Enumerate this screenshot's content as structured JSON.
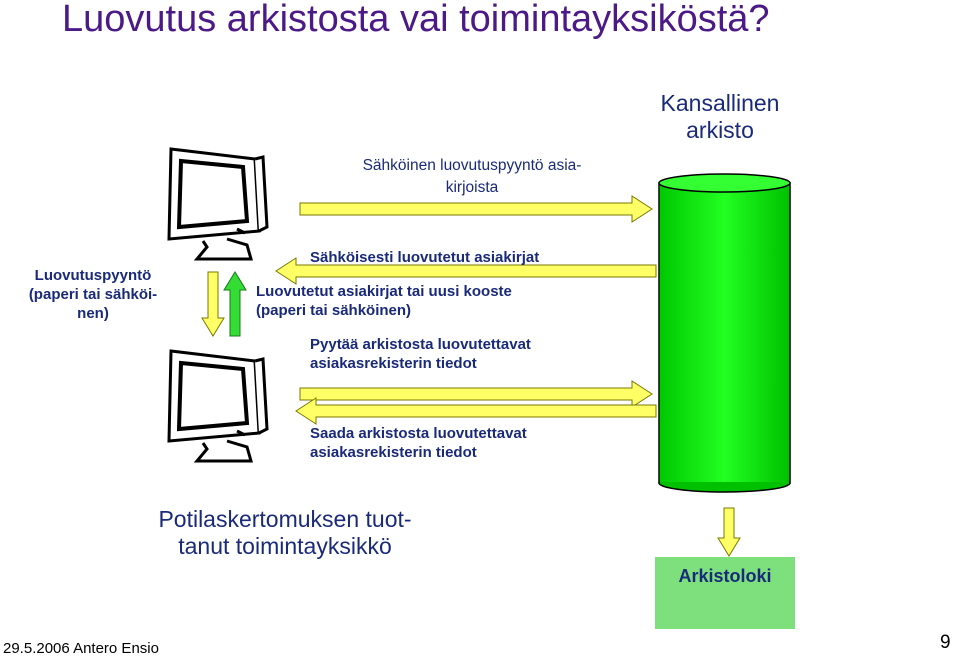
{
  "title": "Luovutus arkistosta vai toimintayksiköstä?",
  "archive_label": [
    "Kansallinen",
    "arkisto"
  ],
  "request_label": [
    "Sähköinen luovutuspyyntö asia-",
    "kirjoista"
  ],
  "left_label": [
    "Luovutuspyyntö",
    "(paperi tai sähköi-",
    "nen)"
  ],
  "msg_electronic": "Sähköisesti luovutetut asiakirjat",
  "msg_release": [
    "Luovutetut asiakirjat tai uusi kooste",
    "(paperi tai sähköinen)"
  ],
  "msg_request": [
    "Pyytää arkistosta luovutettavat",
    "asiakasrekisterin tiedot"
  ],
  "msg_receive": [
    "Saada arkistosta luovutettavat",
    "asiakasrekisterin tiedot"
  ],
  "unit_label": [
    "Potilaskertomuksen tuot-",
    "tanut toimintayksikkö"
  ],
  "log_label": "Arkistoloki",
  "footer": {
    "date_author": "29.5.2006 Antero Ensio",
    "page": "9"
  },
  "colors": {
    "title": "#4b1a87",
    "text": "#1a2a7a",
    "archive": "#00e000",
    "arrow": "#ffff66",
    "arrow_stroke": "#7a7a00",
    "log_box": "#7de07d"
  },
  "icons": [
    "computer-monitor-icon",
    "computer-monitor-icon",
    "archive-cylinder-icon"
  ]
}
